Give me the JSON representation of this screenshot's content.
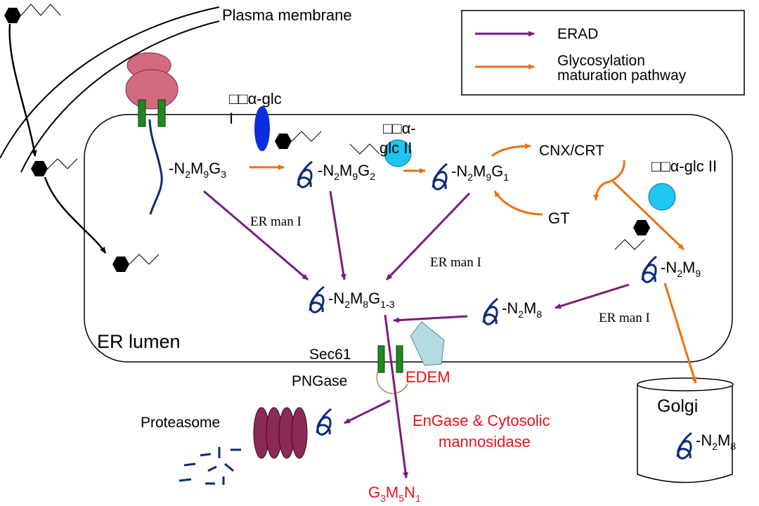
{
  "labels": {
    "plasma_membrane": "Plasma membrane",
    "er_lumen": "ER lumen",
    "golgi": "Golgi",
    "cnx_crt": "CNX/CRT",
    "gt": "GT",
    "sec61": "Sec61",
    "pngase": "PNGase",
    "edem": "EDEM",
    "proteasome": "Proteasome",
    "engase": "EnGase & Cytosolic",
    "mannosidase": "mannosidase",
    "er_man_1": "ER man I",
    "er_man_2": "ER man I",
    "er_man_3": "ER man I",
    "glc1_a": "□□",
    "glc1_b": "α",
    "glc1_c": "-glc",
    "glc1_d": "I",
    "glc2a_a": "□□",
    "glc2a_b": "α",
    "glc2a_c": "-",
    "glc2a_d": "glc II",
    "glc2b_a": "□□",
    "glc2b_b": "α",
    "glc2b_c": "-glc II"
  },
  "glycans": {
    "g1": {
      "a": "-N",
      "b": "2",
      "c": "M",
      "d": "9",
      "e": "G",
      "f": "3"
    },
    "g2": {
      "a": "-N",
      "b": "2",
      "c": "M",
      "d": "9",
      "e": "G",
      "f": "2"
    },
    "g3": {
      "a": "-N",
      "b": "2",
      "c": "M",
      "d": "9",
      "e": "G",
      "f": "1"
    },
    "g4": {
      "a": "-N",
      "b": "2",
      "c": "M",
      "d": "9"
    },
    "g5": {
      "a": "-N",
      "b": "2",
      "c": "M",
      "d": "8",
      "e": "G",
      "f": "1-3"
    },
    "g6": {
      "a": "-N",
      "b": "2",
      "c": "M",
      "d": "8"
    },
    "g7": {
      "a": "-N",
      "b": "2",
      "c": "M",
      "d": "8"
    },
    "g8": {
      "a": "G",
      "b": "3",
      "c": "M",
      "d": "5",
      "e": "N",
      "f": "1"
    }
  },
  "legend": {
    "erad": "ERAD",
    "glyco_line1": "Glycosylation",
    "glyco_line2": "maturation pathway",
    "erad_color": "#7b1a7e",
    "glyco_color": "#ee6f12"
  }
}
